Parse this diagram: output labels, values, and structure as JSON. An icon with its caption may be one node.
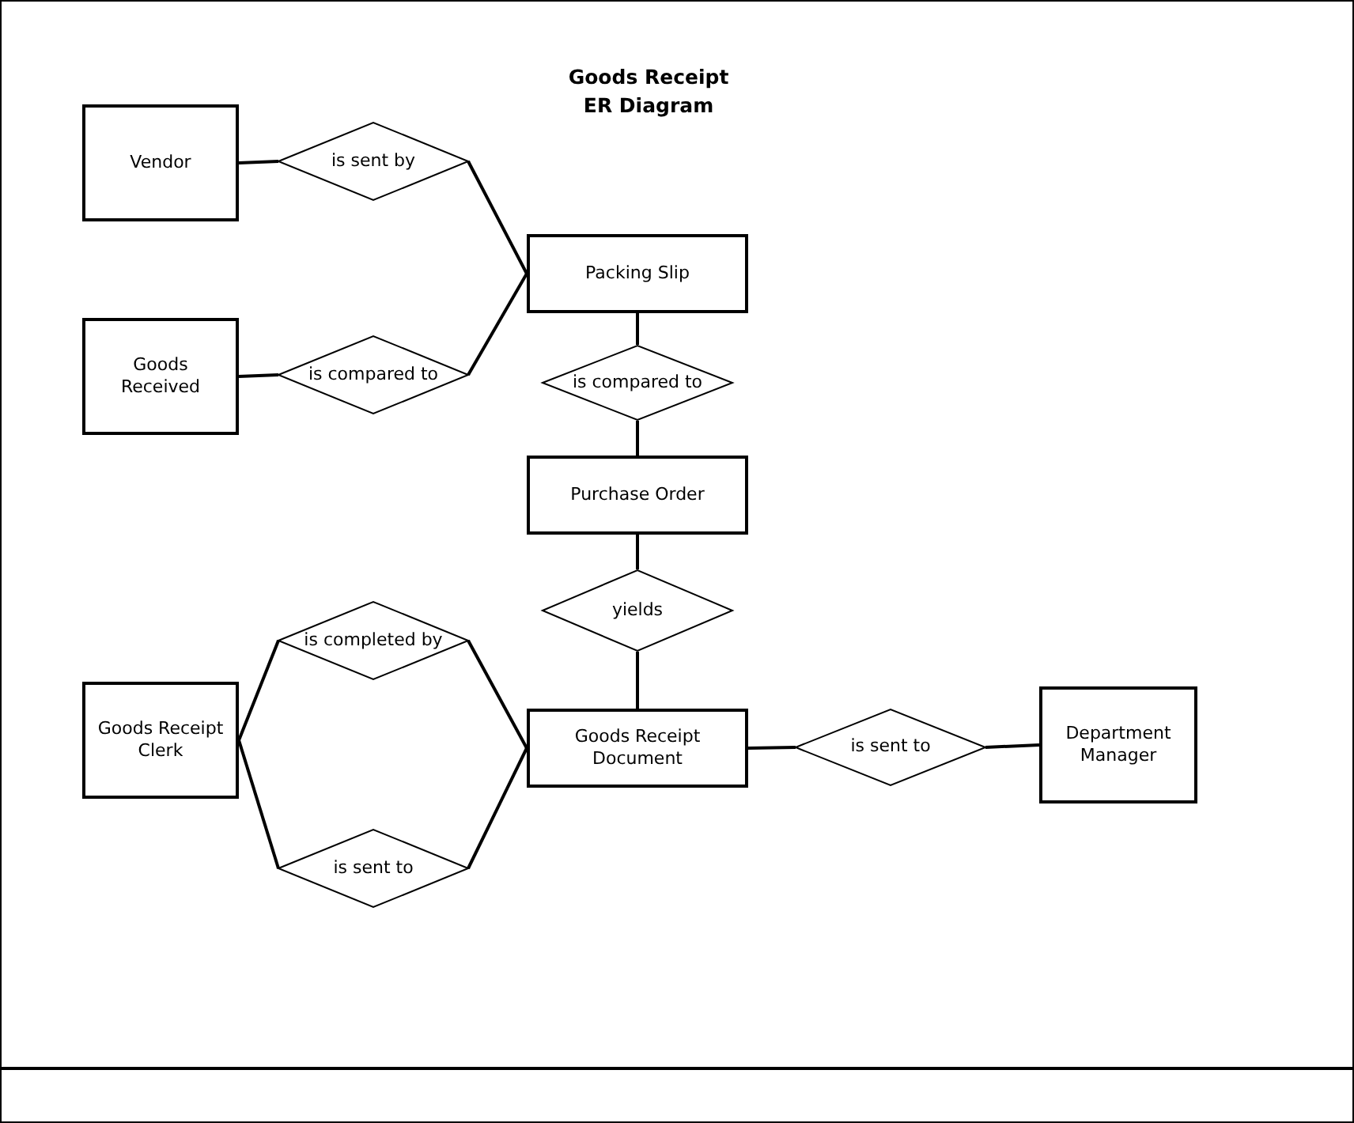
{
  "diagram": {
    "title": "Goods Receipt ER Diagram",
    "nodes": [
      {
        "text": [
          "Vendor"
        ]
      },
      {
        "text": [
          "is sent by"
        ]
      },
      {
        "text": [
          "Goods Received"
        ]
      },
      {
        "text": [
          "is compared to"
        ]
      },
      {
        "text": [
          "Packing Slip"
        ]
      },
      {
        "text": [
          "is compared to"
        ]
      },
      {
        "text": [
          "Purchase Order"
        ]
      },
      {
        "text": [
          "yields"
        ]
      },
      {
        "text": [
          "Goods Receipt Clerk"
        ]
      },
      {
        "text": [
          "is completed by"
        ]
      },
      {
        "text": [
          "is sent to"
        ]
      },
      {
        "text": [
          "Goods Receipt Document"
        ]
      },
      {
        "text": [
          "is sent to"
        ]
      },
      {
        "text": [
          "Department Manager"
        ]
      }
    ],
    "edges": [
      {
        "from": 0,
        "to": 1,
        "arrow": "none"
      },
      {
        "from": 1,
        "to": 4,
        "arrow": "none"
      },
      {
        "from": 2,
        "to": 3,
        "arrow": "none"
      },
      {
        "from": 3,
        "to": 4,
        "arrow": "none"
      },
      {
        "from": 4,
        "to": 5,
        "arrow": "none"
      },
      {
        "from": 5,
        "to": 6,
        "arrow": "none"
      },
      {
        "from": 6,
        "to": 7,
        "arrow": "none"
      },
      {
        "from": 7,
        "to": 11,
        "arrow": "none"
      },
      {
        "from": 8,
        "to": 9,
        "arrow": "none"
      },
      {
        "from": 9,
        "to": 11,
        "arrow": "none"
      },
      {
        "from": 8,
        "to": 10,
        "arrow": "none"
      },
      {
        "from": 10,
        "to": 11,
        "arrow": "none"
      },
      {
        "from": 11,
        "to": 12,
        "arrow": "none"
      },
      {
        "from": 12,
        "to": 13,
        "arrow": "none"
      }
    ]
  }
}
